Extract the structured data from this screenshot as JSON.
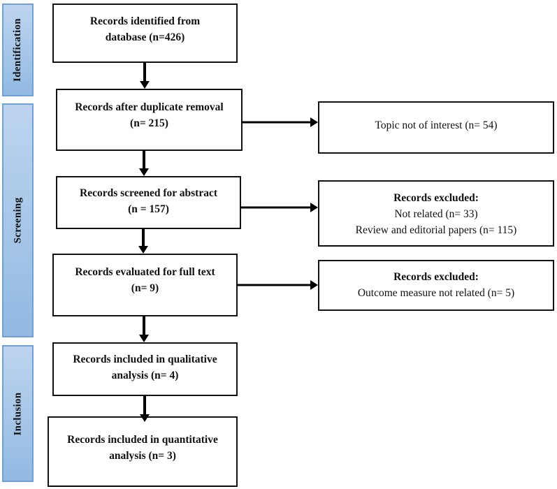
{
  "figure": {
    "type": "prisma-flow-diagram",
    "stages": [
      {
        "id": "identification",
        "label": "Identification"
      },
      {
        "id": "screening",
        "label": "Screening"
      },
      {
        "id": "inclusion",
        "label": "Inclusion"
      }
    ],
    "flow_boxes": [
      {
        "text": "Records identified from\ndatabase (n=426)",
        "n": 426
      },
      {
        "text": "Records after duplicate removal\n(n= 215)",
        "n": 215
      },
      {
        "text": "Records screened for abstract\n(n = 157)",
        "n": 157
      },
      {
        "text": "Records evaluated for full text\n(n= 9)",
        "n": 9
      },
      {
        "text": "Records included in qualitative\nanalysis (n= 4)",
        "n": 4
      },
      {
        "text": "Records included in quantitative\nanalysis (n= 3)",
        "n": 3
      }
    ],
    "exclusion_boxes": [
      {
        "title": "",
        "text": "Topic not of interest (n= 54)",
        "n": 54
      },
      {
        "title": "Records excluded:",
        "text": "Not related (n= 33)\nReview and editorial papers (n= 115)",
        "n_values": [
          33,
          115
        ]
      },
      {
        "title": "Records excluded:",
        "text": "Outcome measure not related (n= 5)",
        "n": 5
      }
    ],
    "colors": {
      "stage_bar_fill_top": "#bdd4ef",
      "stage_bar_fill_bottom": "#92b9e2",
      "stage_bar_border": "#6fa0d6",
      "box_border": "#111111",
      "arrow": "#000000",
      "background": "#ffffff"
    }
  }
}
